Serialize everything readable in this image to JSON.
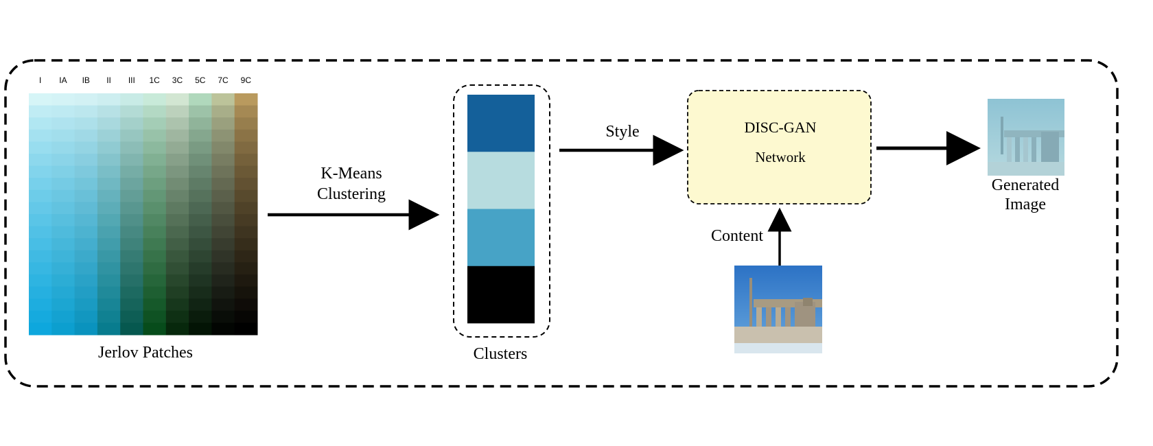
{
  "jerlov": {
    "title": "Jerlov Patches",
    "columns": [
      {
        "label": "I",
        "top": "#d6f5f7",
        "bottom": "#0ea7dd"
      },
      {
        "label": "IA",
        "top": "#d4f3f6",
        "bottom": "#0c9fcf"
      },
      {
        "label": "IB",
        "top": "#d2f1f4",
        "bottom": "#0a93be"
      },
      {
        "label": "II",
        "top": "#cdeef0",
        "bottom": "#087c8e"
      },
      {
        "label": "III",
        "top": "#c8ebe6",
        "bottom": "#06584f"
      },
      {
        "label": "1C",
        "top": "#c8ead9",
        "bottom": "#074c1b"
      },
      {
        "label": "3C",
        "top": "#d2e6d2",
        "bottom": "#07280c"
      },
      {
        "label": "5C",
        "top": "#b0d8bc",
        "bottom": "#031405"
      },
      {
        "label": "7C",
        "top": "#bcc39a",
        "bottom": "#020502"
      },
      {
        "label": "9C",
        "top": "#b99a5e",
        "bottom": "#000000"
      }
    ],
    "rows": 20
  },
  "kmeans_label": [
    "K-Means",
    "Clustering"
  ],
  "clusters": {
    "title": "Clusters",
    "colors": [
      "#14609a",
      "#b7dcdf",
      "#47a3c6",
      "#000000"
    ]
  },
  "style_label": "Style",
  "gan": {
    "title": "DISC-GAN",
    "subtitle": "Network",
    "fill": "#fdf9d0"
  },
  "content_label": "Content",
  "generated_label": [
    "Generated",
    "Image"
  ]
}
